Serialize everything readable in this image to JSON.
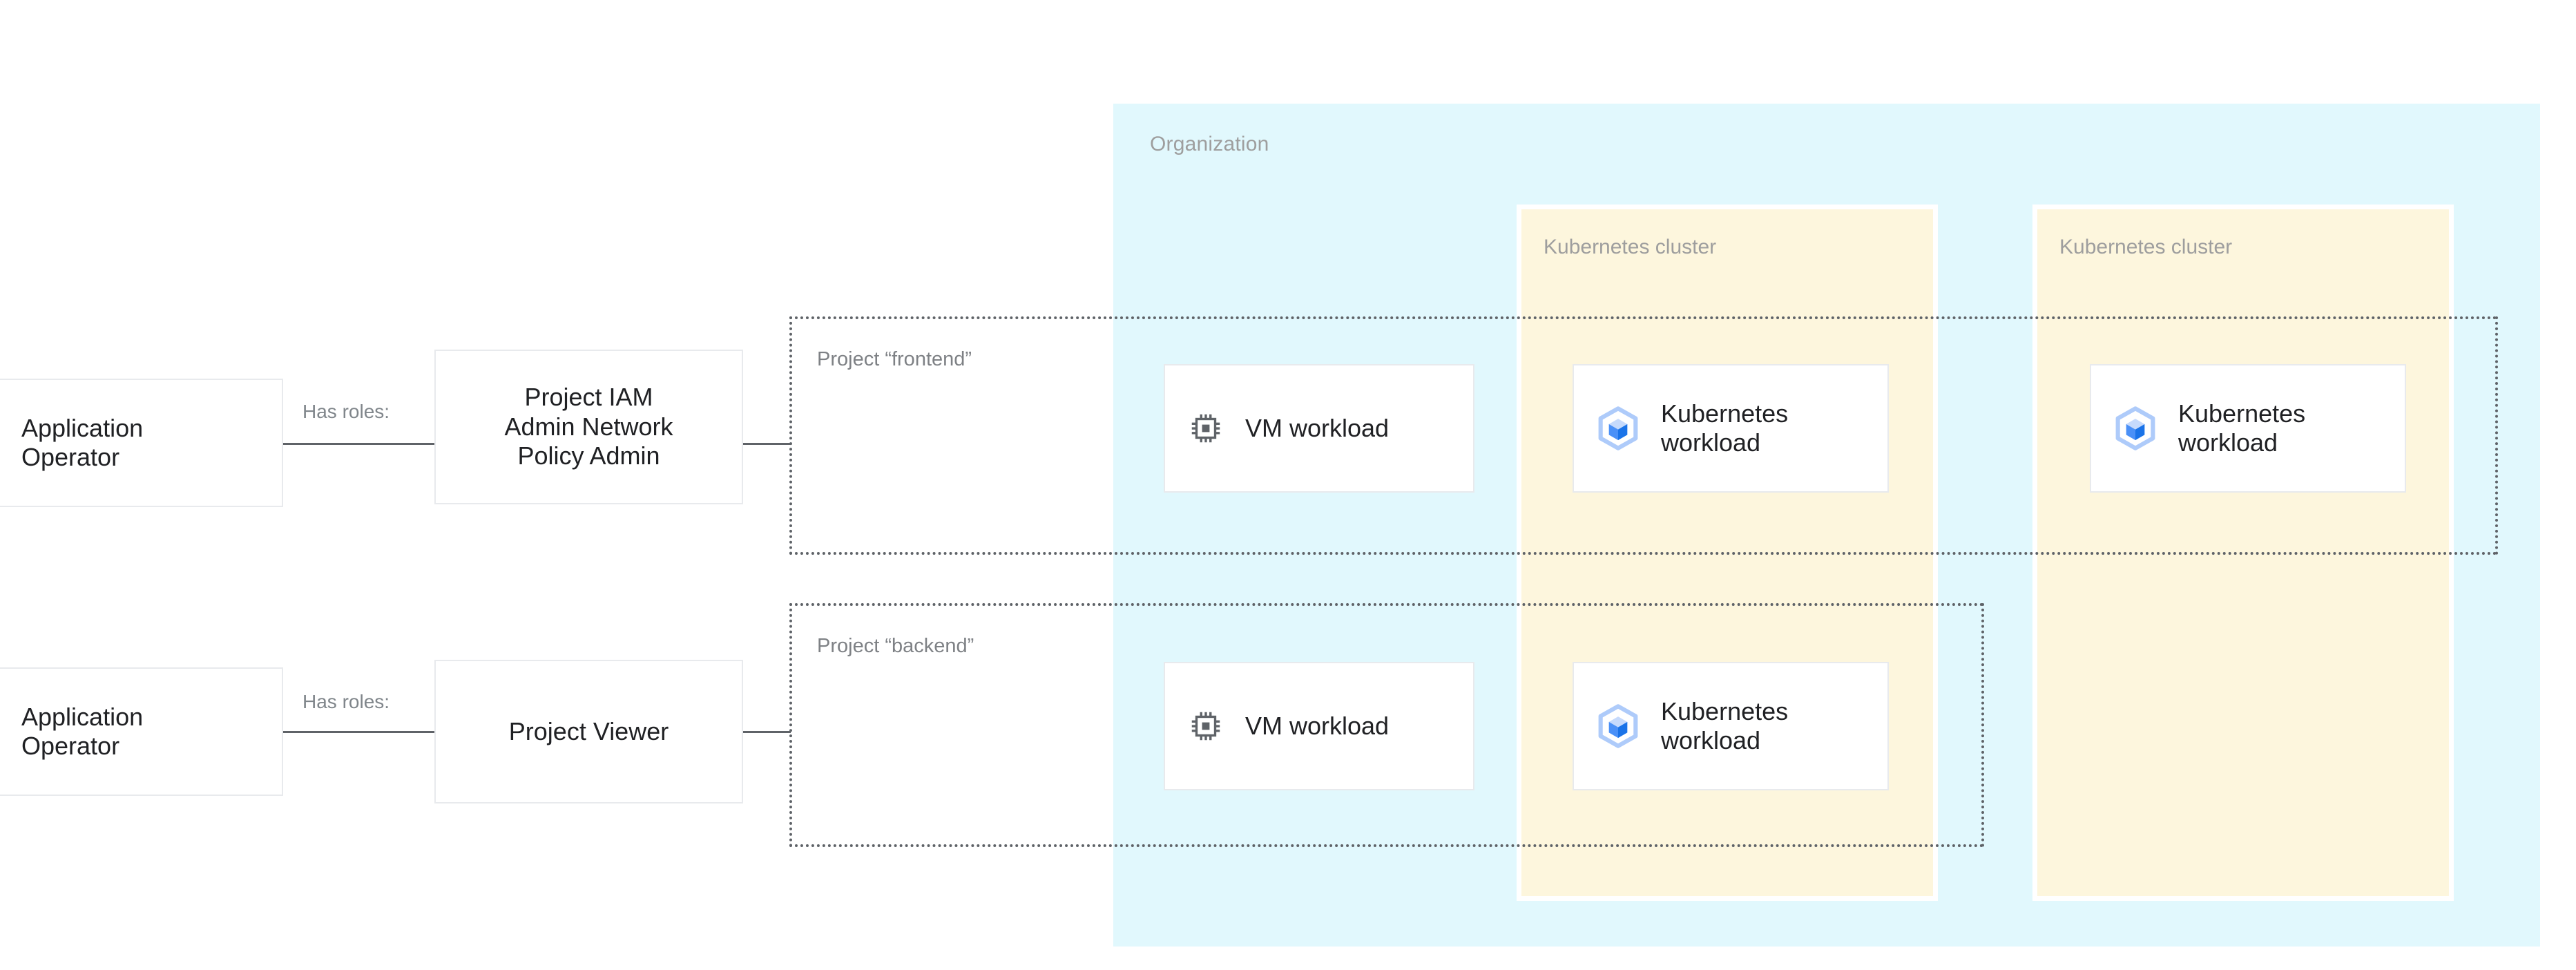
{
  "organization": {
    "label": "Organization",
    "bg_color": "#e1f8fd"
  },
  "clusters": [
    {
      "label": "Kubernetes cluster",
      "bg_color": "#fdf6dd"
    },
    {
      "label": "Kubernetes cluster",
      "bg_color": "#fdf6dd"
    }
  ],
  "projects": [
    {
      "label": "Project “frontend”"
    },
    {
      "label": "Project “backend”"
    }
  ],
  "actors": [
    {
      "label": "Application\nOperator",
      "icon": "person-icon"
    },
    {
      "label": "Application\nOperator",
      "icon": "person-icon"
    }
  ],
  "edges": [
    {
      "label": "Has roles:"
    },
    {
      "label": "Has roles:"
    }
  ],
  "roles": [
    {
      "label": "Project IAM\nAdmin Network\nPolicy Admin"
    },
    {
      "label": "Project Viewer"
    }
  ],
  "workloads": {
    "vm_frontend": {
      "label": "VM workload",
      "icon": "cpu-chip-icon"
    },
    "vm_backend": {
      "label": "VM workload",
      "icon": "cpu-chip-icon"
    },
    "k8s_frontend_cluster1": {
      "label": "Kubernetes\nworkload",
      "icon": "kubernetes-cube-icon"
    },
    "k8s_backend_cluster1": {
      "label": "Kubernetes\nworkload",
      "icon": "kubernetes-cube-icon"
    },
    "k8s_frontend_cluster2": {
      "label": "Kubernetes\nworkload",
      "icon": "kubernetes-cube-icon"
    }
  },
  "colors": {
    "org_blue": "#e1f8fd",
    "cluster_cream": "#fdf6dd",
    "card_border": "#e8eaed",
    "text_primary": "#202124",
    "text_muted": "#9e9e9e",
    "line": "#5f6368",
    "k8s_icon_light": "#aecbfa",
    "k8s_icon_mid": "#4a90f7",
    "k8s_icon_dark": "#1a73e8"
  }
}
